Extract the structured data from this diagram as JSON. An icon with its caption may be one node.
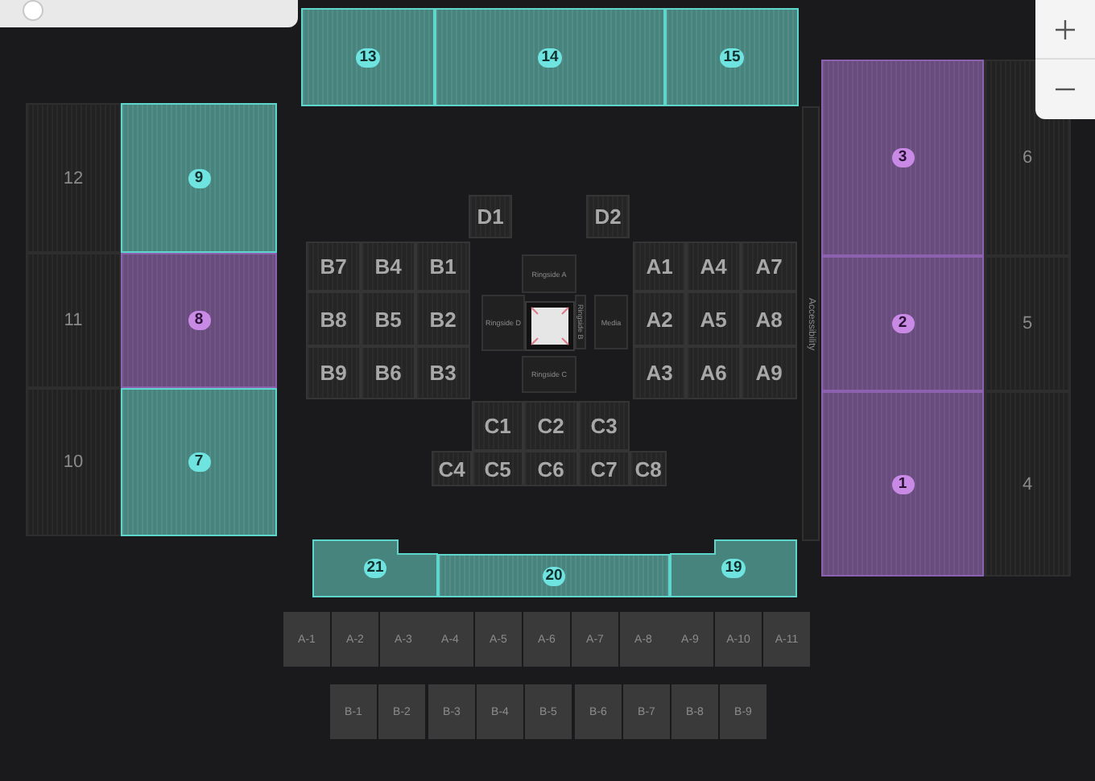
{
  "diagram": {
    "nodes": [
      {
        "text": [
          "13"
        ]
      },
      {
        "text": [
          "14"
        ]
      },
      {
        "text": [
          "15"
        ]
      },
      {
        "text": [
          "12"
        ]
      },
      {
        "text": [
          "9"
        ]
      },
      {
        "text": [
          "3"
        ]
      },
      {
        "text": [
          "6"
        ]
      },
      {
        "text": [
          "D1"
        ]
      },
      {
        "text": [
          "D2"
        ]
      },
      {
        "text": [
          "B7"
        ]
      },
      {
        "text": [
          "B4"
        ]
      },
      {
        "text": [
          "B1"
        ]
      },
      {
        "text": [
          "Ringside A"
        ]
      },
      {
        "text": [
          "A1"
        ]
      },
      {
        "text": [
          "A4"
        ]
      },
      {
        "text": [
          "A7"
        ]
      },
      {
        "text": [
          "11"
        ]
      },
      {
        "text": [
          "8"
        ]
      },
      {
        "text": [
          "B8"
        ]
      },
      {
        "text": [
          "B5"
        ]
      },
      {
        "text": [
          "B2"
        ]
      },
      {
        "text": [
          "Ringside D"
        ]
      },
      {
        "text": [
          "Ringside B"
        ]
      },
      {
        "text": [
          "Media"
        ]
      },
      {
        "text": [
          "A2"
        ]
      },
      {
        "text": [
          "A5"
        ]
      },
      {
        "text": [
          "A8"
        ]
      },
      {
        "text": [
          "Accessibility"
        ]
      },
      {
        "text": [
          "2"
        ]
      },
      {
        "text": [
          "5"
        ]
      },
      {
        "text": [
          "B9"
        ]
      },
      {
        "text": [
          "B6"
        ]
      },
      {
        "text": [
          "B3"
        ]
      },
      {
        "text": [
          "Ringside C"
        ]
      },
      {
        "text": [
          "A3"
        ]
      },
      {
        "text": [
          "A6"
        ]
      },
      {
        "text": [
          "A9"
        ]
      },
      {
        "text": [
          "C1"
        ]
      },
      {
        "text": [
          "C2"
        ]
      },
      {
        "text": [
          "C3"
        ]
      },
      {
        "text": [
          "10"
        ]
      },
      {
        "text": [
          "7"
        ]
      },
      {
        "text": [
          "1"
        ]
      },
      {
        "text": [
          "4"
        ]
      },
      {
        "text": [
          "C4"
        ]
      },
      {
        "text": [
          "C5"
        ]
      },
      {
        "text": [
          "C6"
        ]
      },
      {
        "text": [
          "C7"
        ]
      },
      {
        "text": [
          "C8"
        ]
      },
      {
        "text": [
          "21"
        ]
      },
      {
        "text": [
          "20"
        ]
      },
      {
        "text": [
          "19"
        ]
      },
      {
        "text": [
          "A-1"
        ]
      },
      {
        "text": [
          "A-2"
        ]
      },
      {
        "text": [
          "A-3"
        ]
      },
      {
        "text": [
          "A-4"
        ]
      },
      {
        "text": [
          "A-5"
        ]
      },
      {
        "text": [
          "A-6"
        ]
      },
      {
        "text": [
          "A-7"
        ]
      },
      {
        "text": [
          "A-8"
        ]
      },
      {
        "text": [
          "A-9"
        ]
      },
      {
        "text": [
          "A-10"
        ]
      },
      {
        "text": [
          "A-11"
        ]
      },
      {
        "text": [
          "B-1"
        ]
      },
      {
        "text": [
          "B-2"
        ]
      },
      {
        "text": [
          "B-3"
        ]
      },
      {
        "text": [
          "B-4"
        ]
      },
      {
        "text": [
          "B-5"
        ]
      },
      {
        "text": [
          "B-6"
        ]
      },
      {
        "text": [
          "B-7"
        ]
      },
      {
        "text": [
          "B-8"
        ]
      },
      {
        "text": [
          "B-9"
        ]
      }
    ]
  }
}
